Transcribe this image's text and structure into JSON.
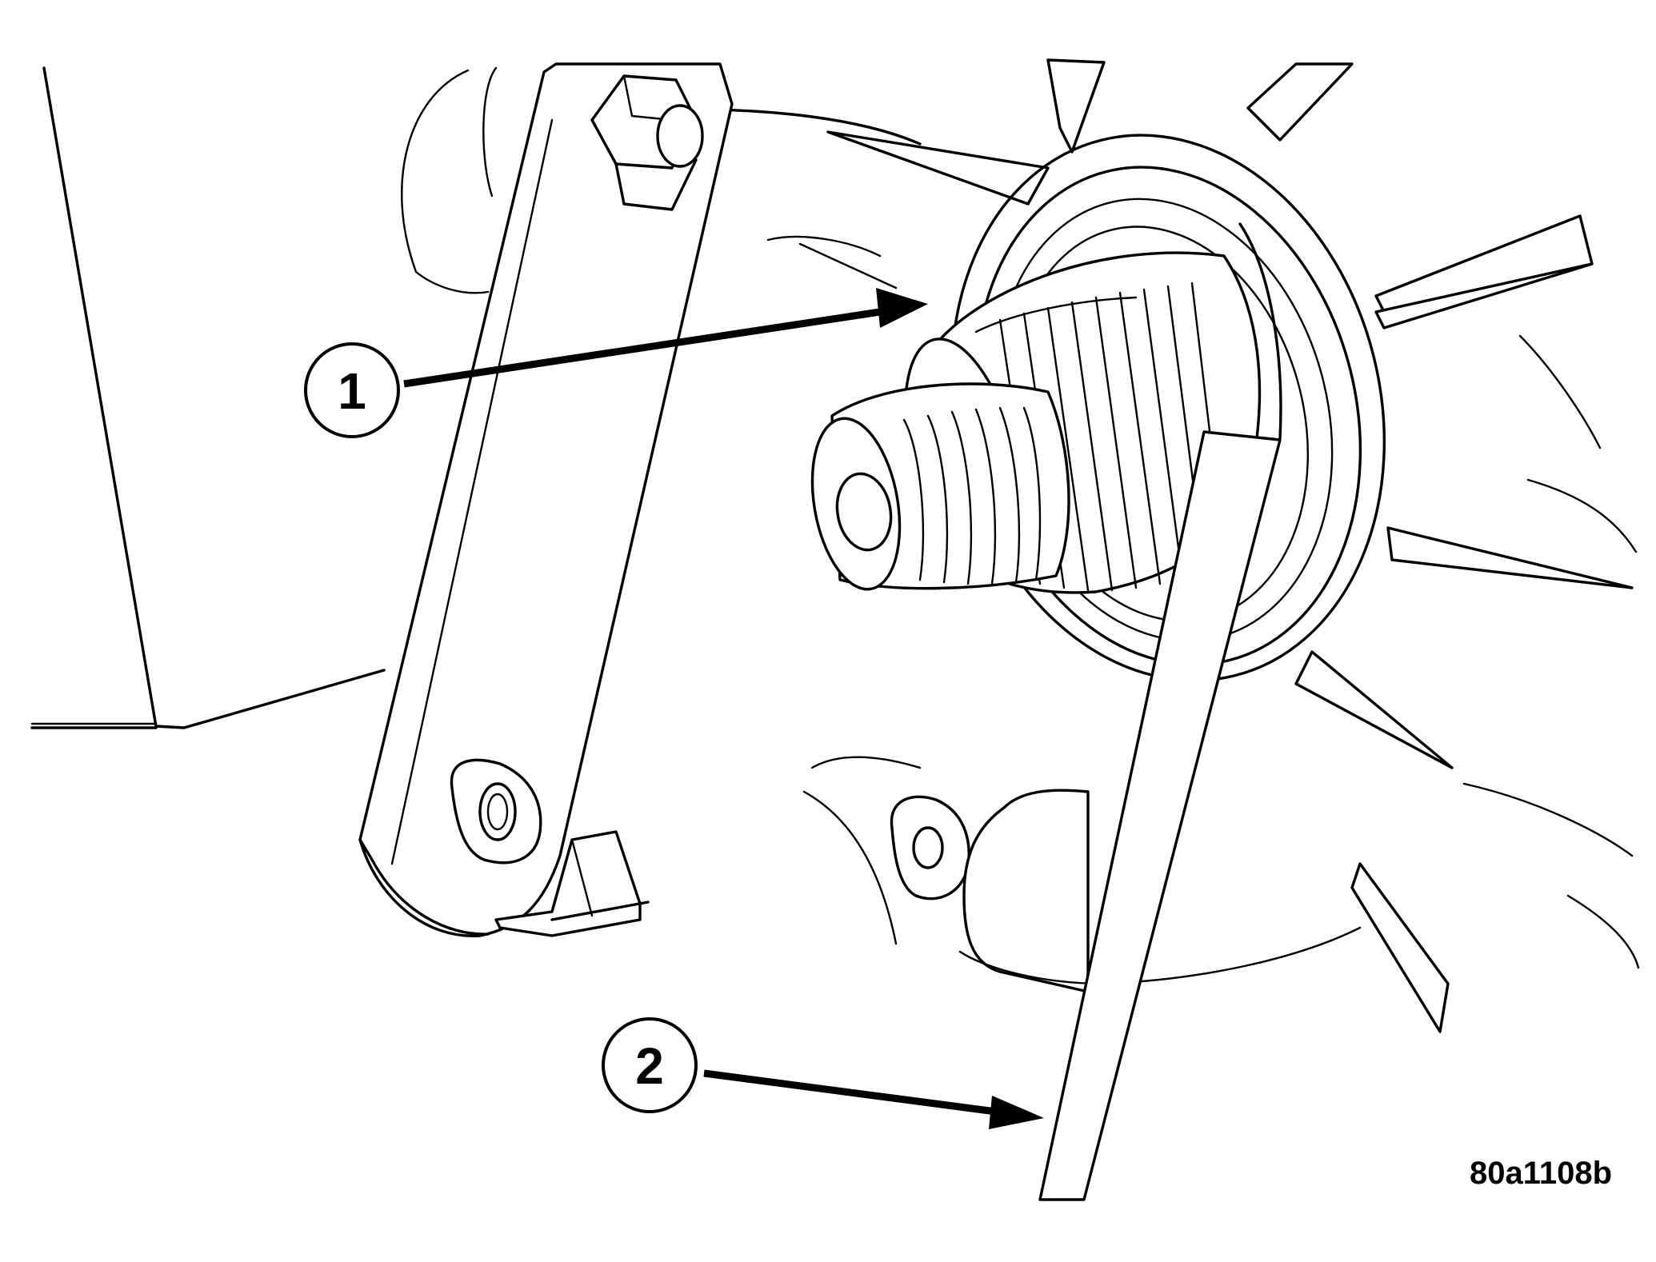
{
  "callouts": [
    {
      "number": "1"
    },
    {
      "number": "2"
    }
  ],
  "figure_reference": "80a1108b",
  "colors": {
    "line": "#000000",
    "background": "#ffffff"
  }
}
